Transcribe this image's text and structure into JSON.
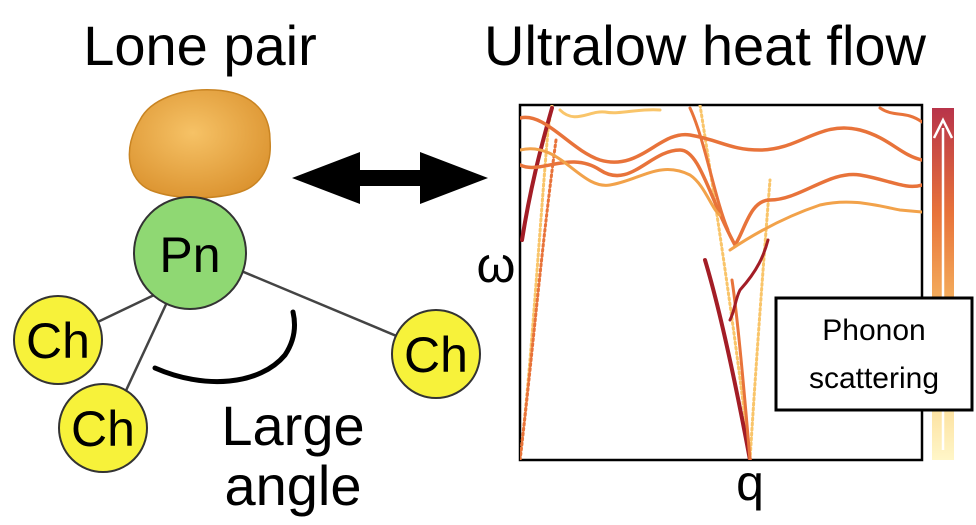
{
  "left_title": "Lone pair",
  "right_title": "Ultralow heat flow",
  "center_atom": "Pn",
  "ligand_atoms": [
    "Ch",
    "Ch",
    "Ch"
  ],
  "angle_label_line1": "Large",
  "angle_label_line2": "angle",
  "axis_y_label": "ω",
  "axis_x_label": "q",
  "box_line1": "Phonon",
  "box_line2": "scattering",
  "colors": {
    "lone_pair": "#f2b04a",
    "pn_atom": "#8fd873",
    "ch_atom": "#f7f23a",
    "phonon_dark": "#a31d26",
    "phonon_mid": "#e8733a",
    "phonon_light": "#f9c56a",
    "arrow": "#000000"
  }
}
